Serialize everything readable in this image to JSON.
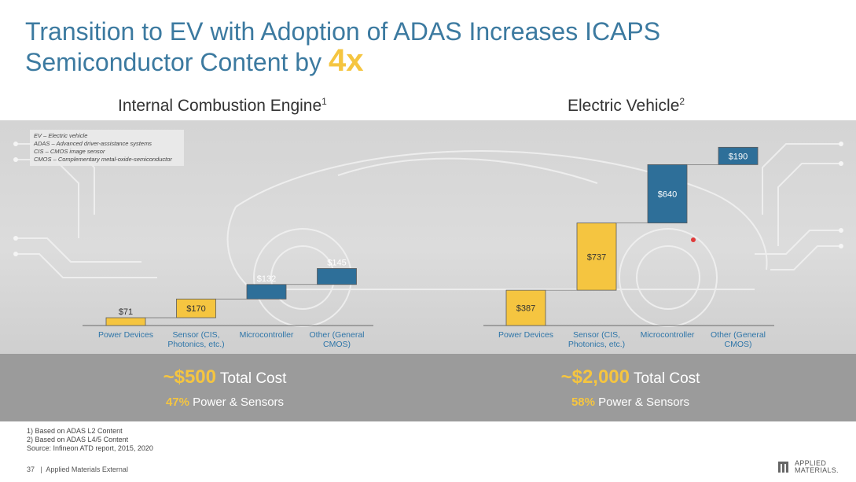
{
  "title": {
    "line1": "Transition to EV with Adoption of ADAS Increases ICAPS",
    "line2": "Semiconductor Content by",
    "highlight": "4x"
  },
  "legend_notes": [
    "EV – Electric vehicle",
    "ADAS – Advanced driver-assistance systems",
    "CIS – CMOS image sensor",
    "CMOS – Complementary metal-oxide-semiconductor"
  ],
  "chart_data": [
    {
      "type": "bar",
      "subtype": "waterfall",
      "title": "Internal Combustion Engine",
      "title_sup": "1",
      "categories": [
        "Power Devices",
        "Sensor (CIS, Photonics, etc.)",
        "Microcontroller",
        "Other (General CMOS)"
      ],
      "category_lines": [
        [
          "Power Devices"
        ],
        [
          "Sensor (CIS,",
          "Photonics, etc.)"
        ],
        [
          "Microcontroller"
        ],
        [
          "Other (General",
          "CMOS)"
        ]
      ],
      "values": [
        71,
        170,
        132,
        145
      ],
      "labels": [
        "$71",
        "$170",
        "$132",
        "$145"
      ],
      "colors": [
        "#f5c540",
        "#f5c540",
        "#2e6f99",
        "#2e6f99"
      ],
      "total_prefix": "~$500",
      "total_suffix": "Total Cost",
      "share_pct": "47%",
      "share_text": "Power & Sensors"
    },
    {
      "type": "bar",
      "subtype": "waterfall",
      "title": "Electric Vehicle",
      "title_sup": "2",
      "categories": [
        "Power Devices",
        "Sensor (CIS, Photonics, etc.)",
        "Microcontroller",
        "Other (General CMOS)"
      ],
      "category_lines": [
        [
          "Power Devices"
        ],
        [
          "Sensor (CIS,",
          "Photonics, etc.)"
        ],
        [
          "Microcontroller"
        ],
        [
          "Other (General",
          "CMOS)"
        ]
      ],
      "values": [
        387,
        737,
        640,
        190
      ],
      "labels": [
        "$387",
        "$737",
        "$640",
        "$190"
      ],
      "colors": [
        "#f5c540",
        "#f5c540",
        "#2e6f99",
        "#2e6f99"
      ],
      "total_prefix": "~$2,000",
      "total_suffix": "Total Cost",
      "share_pct": "58%",
      "share_text": "Power & Sensors"
    }
  ],
  "footnotes": [
    "1)  Based on ADAS L2 Content",
    "2)  Based on ADAS L4/5 Content",
    "Source: Infineon ATD report, 2015, 2020"
  ],
  "footer": {
    "page": "37",
    "separator": "|",
    "label": "Applied Materials External"
  },
  "logo": {
    "line1": "APPLIED",
    "line2": "MATERIALS."
  },
  "colors": {
    "title": "#3c7aa0",
    "accent": "#f5c540",
    "blue_bar": "#2e6f99",
    "axis_label": "#2e75a8"
  }
}
